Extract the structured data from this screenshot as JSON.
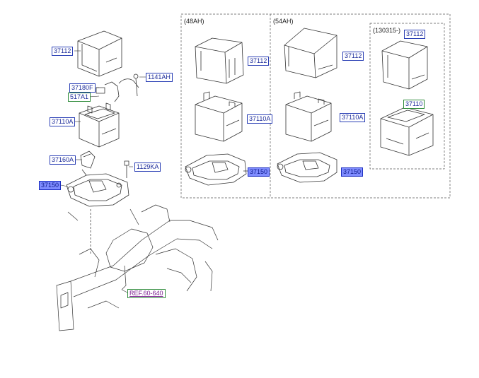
{
  "panels": {
    "p48": {
      "caption": "(48AH)"
    },
    "p54": {
      "caption": "(54AH)"
    },
    "p1303": {
      "caption": "(130315-)"
    }
  },
  "callouts": {
    "main_37112": "37112",
    "main_1141AH": "1141AH",
    "main_37180F": "37180F",
    "main_517A1": "517A1",
    "main_37110A": "37110A",
    "main_37160A": "37160A",
    "main_1129KA": "1129KA",
    "main_37150": "37150",
    "ref": "REF.60-640",
    "p48_37112": "37112",
    "p48_37110A": "37110A",
    "p48_37150": "37150",
    "p54_37112": "37112",
    "p54_37110A": "37110A",
    "p54_37150": "37150",
    "p1303_37112": "37112",
    "p1303_37110": "37110"
  },
  "colors": {
    "callout_border": "#2a3fb5",
    "callout_text": "#1b2a9a",
    "highlight_fill": "#7f8cff",
    "green_border": "#2e8b3a",
    "ref_text": "#7a1c8f"
  }
}
